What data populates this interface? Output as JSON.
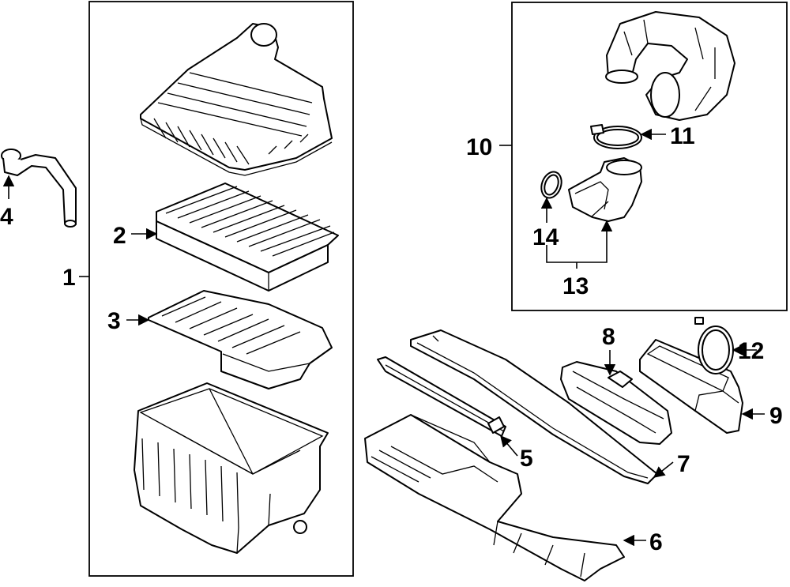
{
  "callouts": {
    "c1": "1",
    "c2": "2",
    "c3": "3",
    "c4": "4",
    "c5": "5",
    "c6": "6",
    "c7": "7",
    "c8": "8",
    "c9": "9",
    "c10": "10",
    "c11": "11",
    "c12": "12",
    "c13": "13",
    "c14": "14"
  },
  "parts": {
    "p1": "air-cleaner-assembly",
    "p2": "air-filter-element",
    "p3": "filter-tray",
    "p4": "breather-hose",
    "p5": "air-duct-seal",
    "p6": "air-inlet-duct",
    "p7": "duct-cover",
    "p8": "resonator",
    "p9": "intake-duct",
    "p10": "outlet-duct-assembly",
    "p11": "hose-clamp",
    "p12": "clamp-ring",
    "p13": "elbow-hose",
    "p14": "o-ring-seal"
  }
}
